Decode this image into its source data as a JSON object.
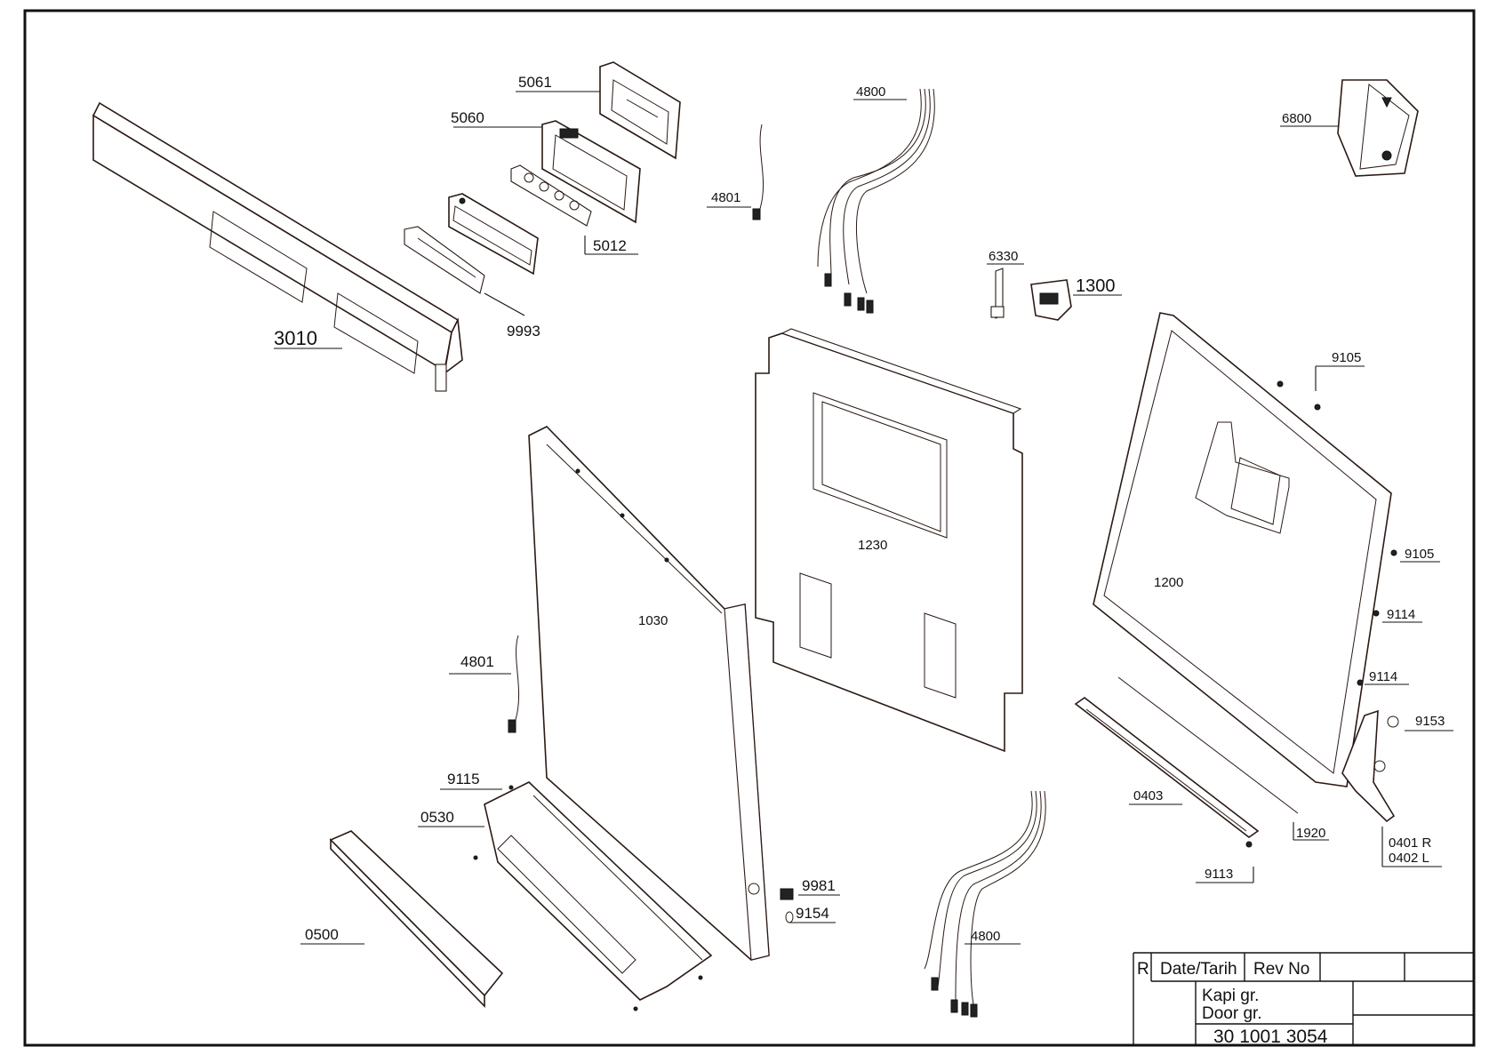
{
  "parts": [
    {
      "id": "3010"
    },
    {
      "id": "5061"
    },
    {
      "id": "5060"
    },
    {
      "id": "5012"
    },
    {
      "id": "9993"
    },
    {
      "id": "4801"
    },
    {
      "id": "4800"
    },
    {
      "id": "6330"
    },
    {
      "id": "1300"
    },
    {
      "id": "6800"
    },
    {
      "id": "9105"
    },
    {
      "id": "1230"
    },
    {
      "id": "1030"
    },
    {
      "id": "1200"
    },
    {
      "id": "9114"
    },
    {
      "id": "9153"
    },
    {
      "id": "0403"
    },
    {
      "id": "1920"
    },
    {
      "id": "0401 R"
    },
    {
      "id": "0402 L"
    },
    {
      "id": "9113"
    },
    {
      "id": "9115"
    },
    {
      "id": "0530"
    },
    {
      "id": "0500"
    },
    {
      "id": "9981"
    },
    {
      "id": "9154"
    }
  ],
  "title_block": {
    "rev_col": "R",
    "date_col": "Date/Tarih",
    "revno_col": "Rev No",
    "name_tr": "Kapi gr.",
    "name_en": "Door gr.",
    "drawing_number": "30 1001 3054"
  }
}
